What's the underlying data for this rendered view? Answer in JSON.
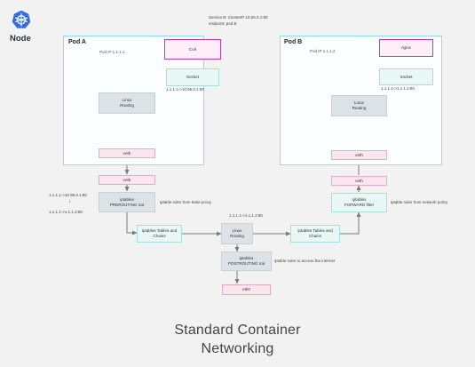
{
  "brand": {
    "label": "Node",
    "icon": "kubernetes-wheel-icon",
    "color": "#326ce5"
  },
  "service_note": {
    "line1": "Service B: ClusterIP 10.96.0.1:80",
    "line2": "endpoint: pod B"
  },
  "pod_a": {
    "title": "Pod A",
    "ip": "Pod IP 1.1.1.1",
    "app": "Curl",
    "socket": "Socket",
    "socket_route": "1.1.1.1->10.96.0.1:80",
    "routing": "Linux\nRouting",
    "veth": "veth"
  },
  "pod_b": {
    "title": "Pod B",
    "ip": "Pod IP 1.1.1.2",
    "app": "nginx",
    "socket": "Socket",
    "socket_route": "1.1.1.1->1.1.1.2:80",
    "routing": "Linux\nRouting",
    "veth": "veth"
  },
  "node": {
    "veth_a": "veth",
    "veth_b": "veth",
    "prerouting": "iptables\nPREROUTING nat",
    "prerouting_note": "iptable rules from kube-proxy",
    "nat_before": "1.1.1.1->10.96.0.1:80",
    "nat_arrow": "↓",
    "nat_after": "1.1.1.1->1.1.1.2:80",
    "tables_left": "iptables Tables and\nChains",
    "tables_right": "iptables Tables and\nChains",
    "routing": "Linux\nRouting",
    "routing_label": "1.1.1.1->1.1.1.2:80",
    "forward": "iptables\nFORWARD filter",
    "forward_note": "iptable rules from network policy",
    "postrouting": "iptables\nPOSTROUTING nat",
    "postrouting_note": "iptable rules to access the internet",
    "eth0": "eth0"
  },
  "title": {
    "line1": "Standard Container",
    "line2": "Networking"
  },
  "colors": {
    "pod_border": "#8fdcec",
    "app_border": "#c13ba6",
    "arrow": "#7a7a7a"
  }
}
